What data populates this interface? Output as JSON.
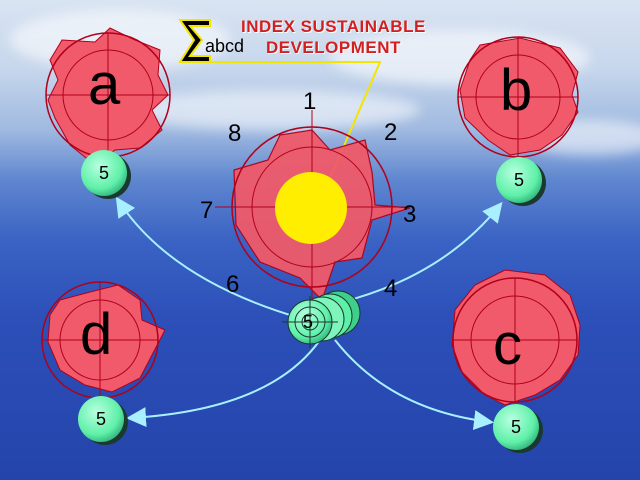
{
  "title": {
    "line1": "INDEX  SUSTAINABLE",
    "line2": "DEVELOPMENT"
  },
  "symbol": {
    "sum_subscript": "abcd"
  },
  "center_axes": [
    "1",
    "2",
    "3",
    "4",
    "5",
    "6",
    "7",
    "8"
  ],
  "nodes": [
    {
      "letter": "a",
      "score": "5"
    },
    {
      "letter": "b",
      "score": "5"
    },
    {
      "letter": "c",
      "score": "5"
    },
    {
      "letter": "d",
      "score": "5"
    }
  ],
  "colors": {
    "blob_fill": "#f05a6a",
    "blob_stroke": "#b0001a",
    "core_fill": "#ffee00",
    "ball_fill": "#5ff0a8",
    "arrow": "#a8f0ff",
    "title_text": "#d21f1f"
  }
}
